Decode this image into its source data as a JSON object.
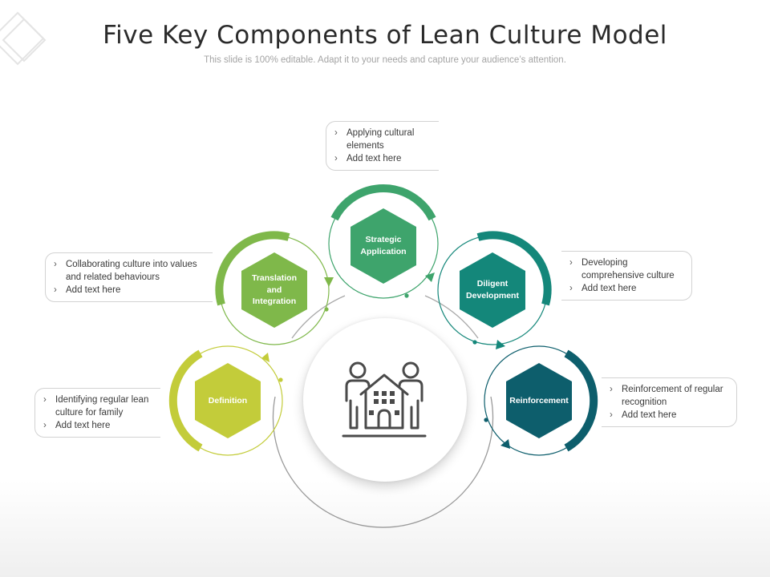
{
  "header": {
    "title": "Five Key Components of Lean Culture Model",
    "subtitle": "This slide is 100% editable. Adapt it to your needs and capture your audience’s attention."
  },
  "center": {
    "icon": "family-house-icon"
  },
  "components": [
    {
      "key": "definition",
      "label": "Definition",
      "color": "#c3cc3a",
      "callout": [
        "Identifying regular lean culture for family",
        "Add text here"
      ]
    },
    {
      "key": "translation",
      "label": "Translation and Integration",
      "color": "#7fb84a",
      "callout": [
        "Collaborating culture into values and related behaviours",
        "Add text here"
      ]
    },
    {
      "key": "strategic",
      "label": "Strategic Application",
      "color": "#3ea46c",
      "callout": [
        "Applying cultural elements",
        "Add text here"
      ]
    },
    {
      "key": "diligent",
      "label": "Diligent Development",
      "color": "#14877a",
      "callout": [
        "Developing comprehensive culture",
        "Add text here"
      ]
    },
    {
      "key": "reinforcement",
      "label": "Reinforcement",
      "color": "#0d5e6c",
      "callout": [
        "Reinforcement of regular recognition",
        "Add text here"
      ]
    }
  ]
}
